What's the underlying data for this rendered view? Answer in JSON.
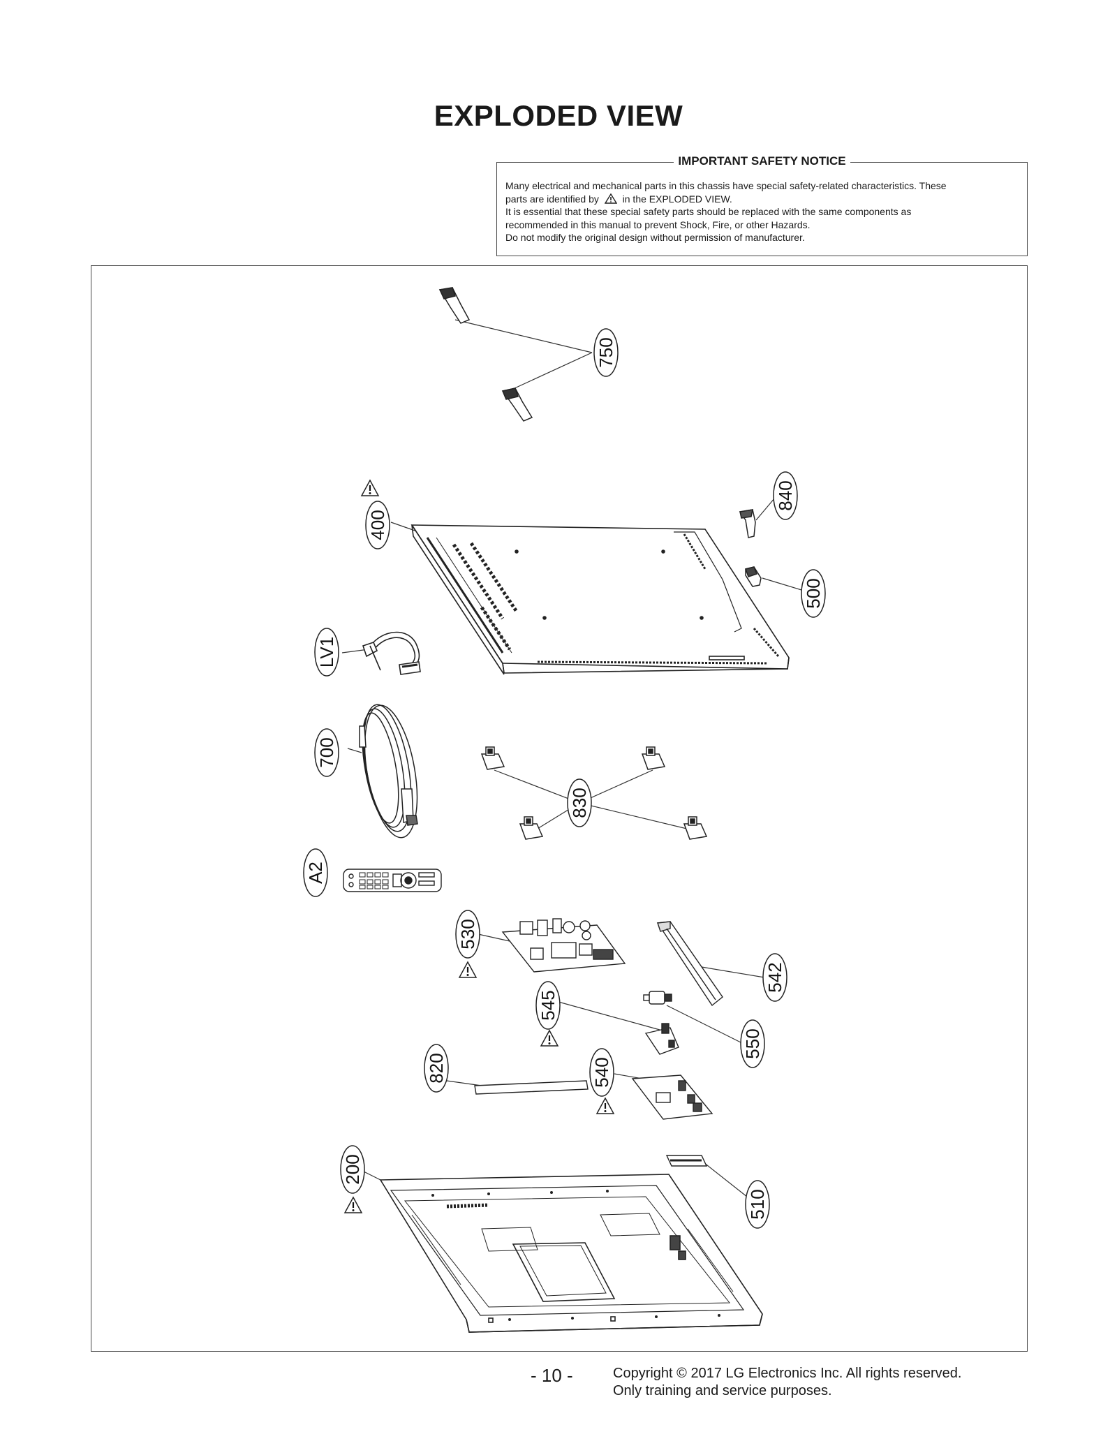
{
  "page": {
    "title": "EXPLODED VIEW",
    "page_number": "- 10 -"
  },
  "safety_notice": {
    "heading": "IMPORTANT SAFETY NOTICE",
    "line1": "Many electrical and mechanical parts in this chassis have special safety-related characteristics. These",
    "line2_before": "parts are identified by",
    "line2_after": "in the EXPLODED VIEW.",
    "line3": "It is essential that these special safety parts should be replaced with the same components as",
    "line4": "recommended in this manual to prevent Shock, Fire, or other Hazards.",
    "line5": "Do not modify the original design without permission of manufacturer."
  },
  "callouts": {
    "c750": "750",
    "c840": "840",
    "c400": "400",
    "c500": "500",
    "cLV1": "LV1",
    "c700": "700",
    "c830": "830",
    "cA2": "A2",
    "c530": "530",
    "c542": "542",
    "c545": "545",
    "c550": "550",
    "c820": "820",
    "c540": "540",
    "c200": "200",
    "c510": "510"
  },
  "footer": {
    "copyright_line1": "Copyright © 2017 LG Electronics Inc. All rights reserved.",
    "copyright_line2": "Only training and service purposes."
  }
}
